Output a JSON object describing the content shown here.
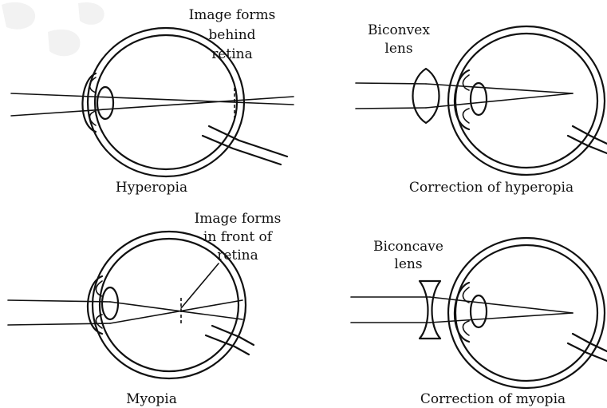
{
  "panels": {
    "hyperopia": {
      "caption": "Hyperopia",
      "note": [
        "Image forms",
        "behind",
        "retina"
      ]
    },
    "hyperopia_correction": {
      "caption": "Correction of hyperopia",
      "lens": [
        "Biconvex",
        "lens"
      ]
    },
    "myopia": {
      "caption": "Myopia",
      "note": [
        "Image forms",
        "in front of",
        "retina"
      ]
    },
    "myopia_correction": {
      "caption": "Correction of myopia",
      "lens": [
        "Biconcave",
        "lens"
      ]
    }
  },
  "colors": {
    "ink": "#111111",
    "background": "#ffffff",
    "watermark": "#f2f2f2"
  }
}
